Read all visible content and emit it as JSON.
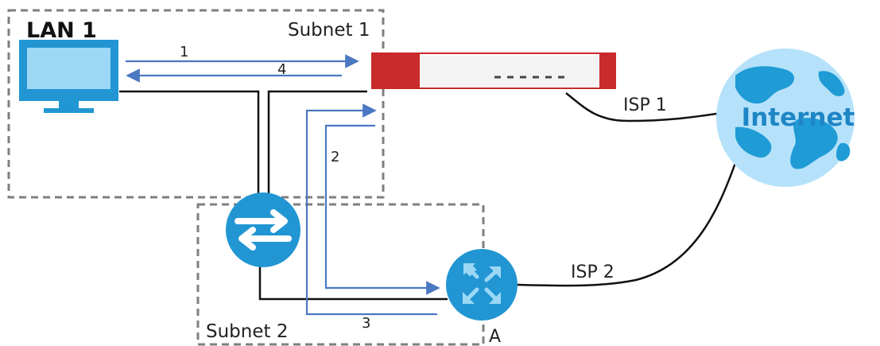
{
  "labels": {
    "lan": "LAN 1",
    "subnet1": "Subnet 1",
    "subnet2": "Subnet 2",
    "internet": "Internet",
    "isp1": "ISP 1",
    "isp2": "ISP 2",
    "router": "A",
    "step1": "1",
    "step2": "2",
    "step3": "3",
    "step4": "4"
  },
  "colors": {
    "cable": "#111111",
    "arrow": "#4a78c2",
    "zone_border": "#7f7f7f",
    "device_blue": "#2196d3",
    "device_light": "#9cd8f6",
    "firewall_red": "#c92a2a",
    "globe_fill": "#b5e2fa",
    "globe_land": "#1f9bd6",
    "internet_text": "#1f86c5"
  },
  "icons": {
    "pc": "computer-icon",
    "firewall": "firewall-icon",
    "switch": "switch-icon",
    "router": "router-icon",
    "globe": "globe-icon"
  }
}
